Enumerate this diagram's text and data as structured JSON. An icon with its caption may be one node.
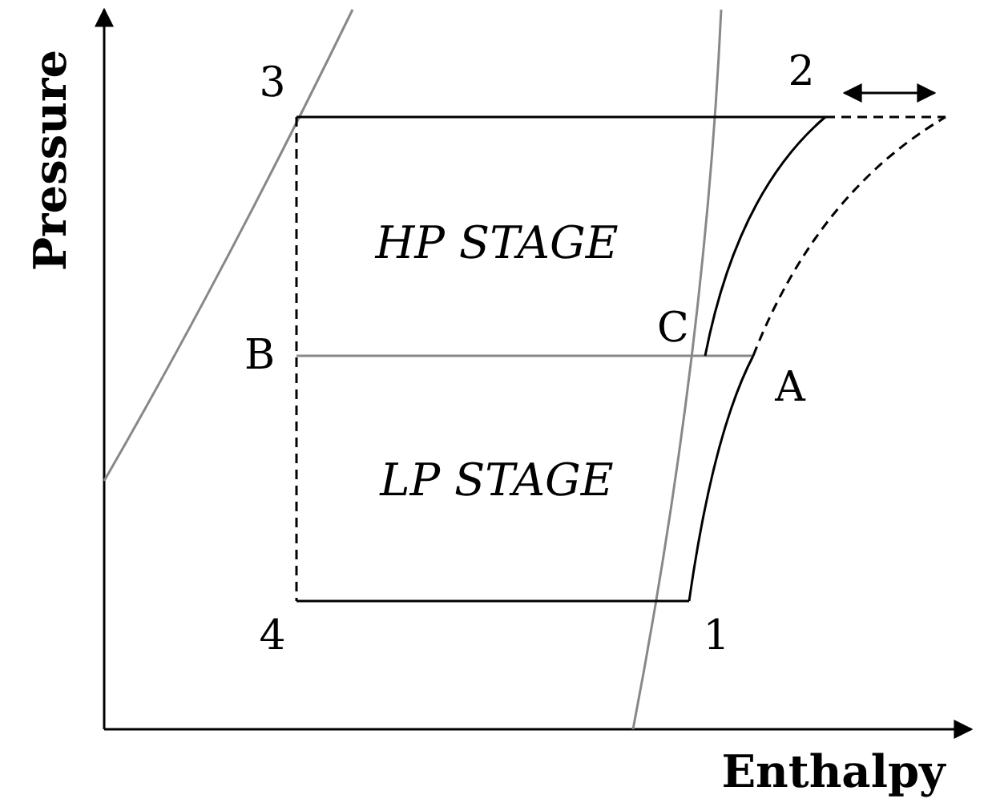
{
  "diagram": {
    "labels": [
      "Pressure",
      "3",
      "2",
      "HP STAGE",
      "C",
      "B",
      "A",
      "LP STAGE",
      "4",
      "1",
      "Enthalpy"
    ]
  }
}
